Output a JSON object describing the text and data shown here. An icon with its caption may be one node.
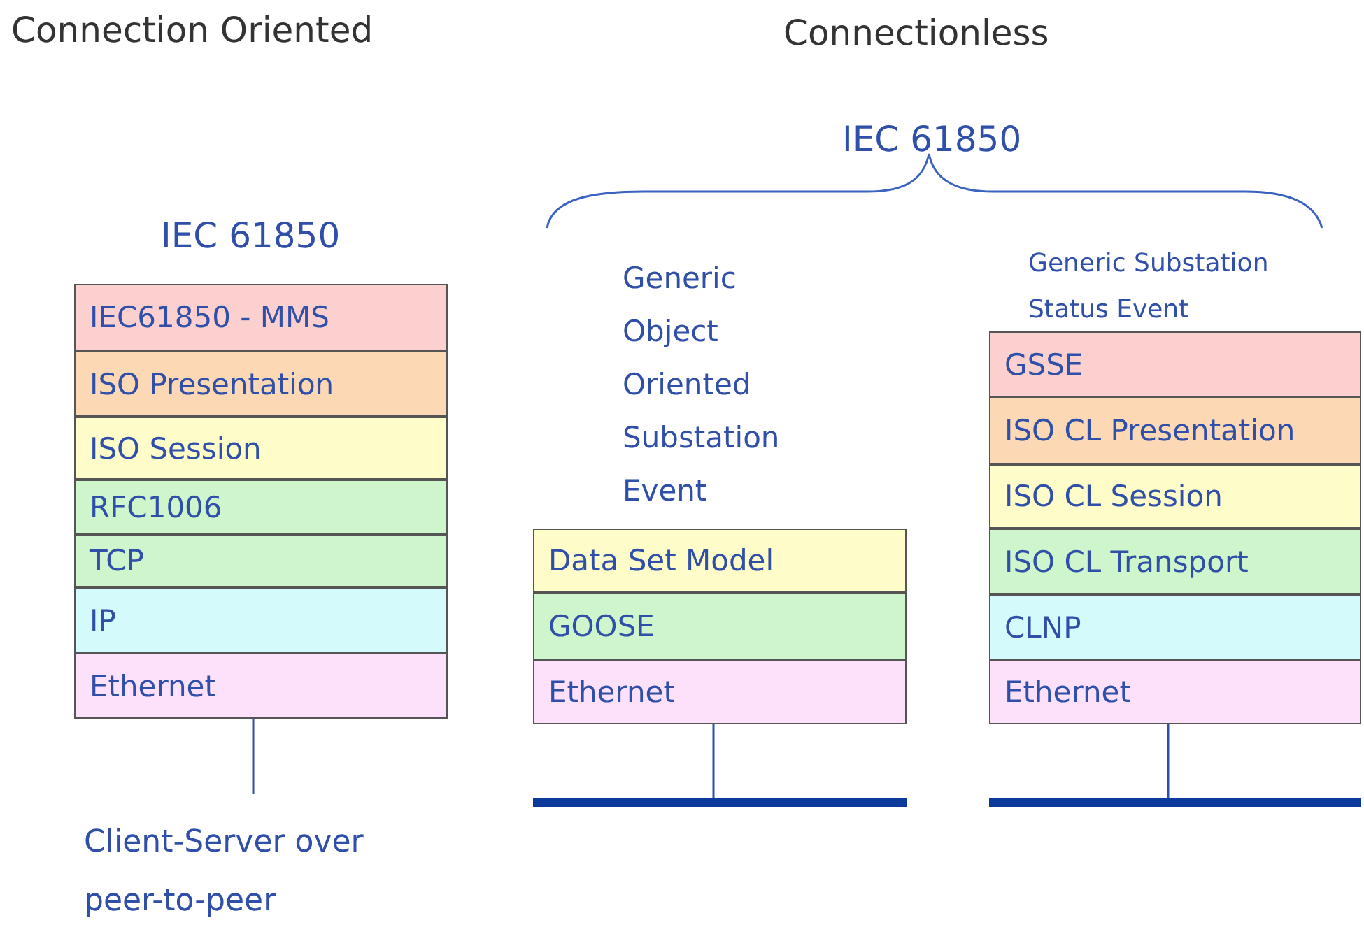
{
  "diagram": {
    "nodes": [
      {
        "text": [
          "IEC61850 - MMS"
        ]
      },
      {
        "text": [
          "ISO Presentation"
        ]
      },
      {
        "text": [
          "ISO Session"
        ]
      },
      {
        "text": [
          "RFC1006"
        ]
      },
      {
        "text": [
          "TCP"
        ]
      },
      {
        "text": [
          "IP"
        ]
      },
      {
        "text": [
          "Ethernet"
        ]
      },
      {
        "text": [
          "Data Set Model"
        ]
      },
      {
        "text": [
          "GOOSE"
        ]
      },
      {
        "text": [
          "Ethernet"
        ]
      },
      {
        "text": [
          "GSSE"
        ]
      },
      {
        "text": [
          "ISO CL Presentation"
        ]
      },
      {
        "text": [
          "ISO CL Session"
        ]
      },
      {
        "text": [
          "ISO CL Transport"
        ]
      },
      {
        "text": [
          "CLNP"
        ]
      },
      {
        "text": [
          "Ethernet"
        ]
      },
      {
        "text": [],
        "shape": "bar"
      },
      {
        "text": [],
        "shape": "bar"
      }
    ],
    "edges": [
      {
        "from": 6,
        "to": null,
        "arrow": "none"
      },
      {
        "from": 9,
        "to": 16,
        "arrow": "none"
      },
      {
        "from": 15,
        "to": 17,
        "arrow": "none"
      }
    ],
    "labels": [
      "Connection Oriented",
      "Connectionless",
      "IEC 61850",
      "IEC 61850",
      "Generic Object Oriented Substation Event",
      "Generic Substation Status Event",
      "Client-Server over peer-to-peer"
    ]
  }
}
